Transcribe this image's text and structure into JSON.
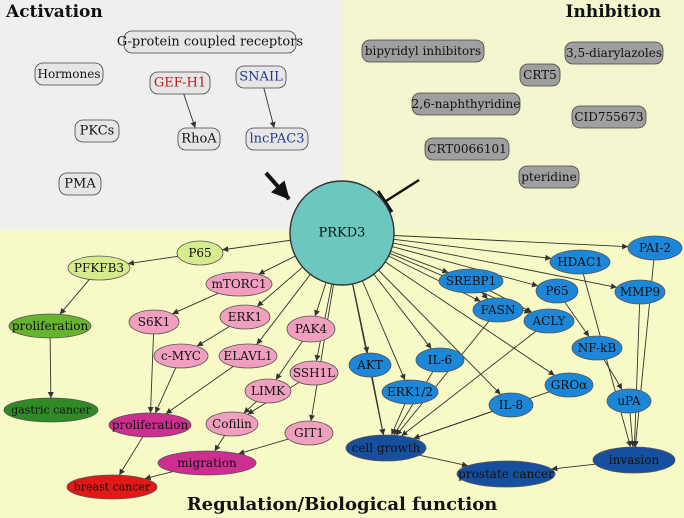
{
  "panels": {
    "activation": "Activation",
    "inhibition": "Inhibition",
    "regulation": "Regulation/Biological function"
  },
  "colors": {
    "activation_bg": "#efefef",
    "inhibition_bg": "#f3f6cf",
    "regulation_bg": "#f7f9c6",
    "center": "#6cc7bf",
    "blue": "#1c86d8",
    "dark_blue": "#154f9d",
    "pink": "#f09fbf",
    "magenta": "#cc2f8f",
    "red": "#e01818",
    "light_green": "#d6eb8c",
    "green": "#66b42e",
    "dark_green": "#2f8a26",
    "gray_box": "#9f9f9f",
    "light_box": "#e6e6e6",
    "gef_text": "#b22222",
    "snail_text": "#1f3a8a"
  },
  "center": {
    "id": "prkd3",
    "label": "PRKD3"
  },
  "activators": [
    {
      "id": "gpcr",
      "label": "G-protein coupled receptors"
    },
    {
      "id": "hormones",
      "label": "Hormones"
    },
    {
      "id": "gefh1",
      "label": "GEF-H1"
    },
    {
      "id": "snail",
      "label": "SNAIL"
    },
    {
      "id": "pkcs",
      "label": "PKCs"
    },
    {
      "id": "rhoa",
      "label": "RhoA"
    },
    {
      "id": "lncpac3",
      "label": "lncPAC3"
    },
    {
      "id": "pma",
      "label": "PMA"
    }
  ],
  "inhibitors": [
    {
      "id": "bipyridyl",
      "label": "bipyridyl inhibitors"
    },
    {
      "id": "diarylazoles",
      "label": "3,5-diarylazoles"
    },
    {
      "id": "crt5",
      "label": "CRT5"
    },
    {
      "id": "naphthyridine",
      "label": "2,6-naphthyridine"
    },
    {
      "id": "cid755673",
      "label": "CID755673"
    },
    {
      "id": "crt0066101",
      "label": "CRT0066101"
    },
    {
      "id": "pteridine",
      "label": "pteridine"
    }
  ],
  "targets": [
    {
      "id": "p65a",
      "label": "P65"
    },
    {
      "id": "pfkfb3",
      "label": "PFKFB3"
    },
    {
      "id": "prolif_g",
      "label": "proliferation"
    },
    {
      "id": "gastric",
      "label": "gastric cancer"
    },
    {
      "id": "mtorc1",
      "label": "mTORC1"
    },
    {
      "id": "s6k1",
      "label": "S6K1"
    },
    {
      "id": "erk1",
      "label": "ERK1"
    },
    {
      "id": "pak4",
      "label": "PAK4"
    },
    {
      "id": "cmyc",
      "label": "c-MYC"
    },
    {
      "id": "elavl1",
      "label": "ELAVL1"
    },
    {
      "id": "ssh1l",
      "label": "SSH1L"
    },
    {
      "id": "limk",
      "label": "LIMK"
    },
    {
      "id": "prolif_b",
      "label": "proliferation"
    },
    {
      "id": "cofilin",
      "label": "Cofilin"
    },
    {
      "id": "git1",
      "label": "GIT1"
    },
    {
      "id": "migration",
      "label": "migration"
    },
    {
      "id": "breast",
      "label": "breast cancer"
    },
    {
      "id": "srebp1",
      "label": "SREBP1"
    },
    {
      "id": "hdac1",
      "label": "HDAC1"
    },
    {
      "id": "pai2",
      "label": "PAI-2"
    },
    {
      "id": "fasn",
      "label": "FASN"
    },
    {
      "id": "p65b",
      "label": "P65"
    },
    {
      "id": "mmp9",
      "label": "MMP9"
    },
    {
      "id": "acly",
      "label": "ACLY"
    },
    {
      "id": "nfkb",
      "label": "NF-kB"
    },
    {
      "id": "akt",
      "label": "AKT"
    },
    {
      "id": "il6",
      "label": "IL-6"
    },
    {
      "id": "erk12",
      "label": "ERK1/2"
    },
    {
      "id": "groa",
      "label": "GROα"
    },
    {
      "id": "il8",
      "label": "IL-8"
    },
    {
      "id": "upa",
      "label": "uPA"
    },
    {
      "id": "cellgrowth",
      "label": "cell growth"
    },
    {
      "id": "invasion",
      "label": "invasion"
    },
    {
      "id": "prostate",
      "label": "prostate cancer"
    }
  ],
  "edges": [
    [
      "gefh1",
      "rhoa"
    ],
    [
      "snail",
      "lncpac3"
    ],
    [
      "prkd3",
      "p65a"
    ],
    [
      "p65a",
      "pfkfb3"
    ],
    [
      "pfkfb3",
      "prolif_g"
    ],
    [
      "prolif_g",
      "gastric"
    ],
    [
      "prkd3",
      "mtorc1"
    ],
    [
      "mtorc1",
      "s6k1"
    ],
    [
      "s6k1",
      "prolif_b"
    ],
    [
      "prkd3",
      "erk1"
    ],
    [
      "erk1",
      "cmyc"
    ],
    [
      "cmyc",
      "prolif_b"
    ],
    [
      "prkd3",
      "elavl1"
    ],
    [
      "elavl1",
      "prolif_b"
    ],
    [
      "prkd3",
      "pak4"
    ],
    [
      "pak4",
      "limk"
    ],
    [
      "limk",
      "cofilin"
    ],
    [
      "cofilin",
      "migration"
    ],
    [
      "prkd3",
      "ssh1l"
    ],
    [
      "ssh1l",
      "cofilin"
    ],
    [
      "prkd3",
      "git1"
    ],
    [
      "git1",
      "migration"
    ],
    [
      "prolif_b",
      "breast"
    ],
    [
      "migration",
      "breast"
    ],
    [
      "prkd3",
      "srebp1"
    ],
    [
      "srebp1",
      "fasn"
    ],
    [
      "srebp1",
      "acly"
    ],
    [
      "prkd3",
      "hdac1"
    ],
    [
      "hdac1",
      "invasion"
    ],
    [
      "prkd3",
      "pai2"
    ],
    [
      "pai2",
      "invasion"
    ],
    [
      "prkd3",
      "p65b"
    ],
    [
      "p65b",
      "nfkb"
    ],
    [
      "nfkb",
      "upa"
    ],
    [
      "upa",
      "invasion"
    ],
    [
      "prkd3",
      "mmp9"
    ],
    [
      "mmp9",
      "invasion"
    ],
    [
      "prkd3",
      "akt"
    ],
    [
      "akt",
      "cellgrowth"
    ],
    [
      "prkd3",
      "il6"
    ],
    [
      "il6",
      "cellgrowth"
    ],
    [
      "prkd3",
      "erk12"
    ],
    [
      "erk12",
      "cellgrowth"
    ],
    [
      "prkd3",
      "groa"
    ],
    [
      "groa",
      "cellgrowth"
    ],
    [
      "prkd3",
      "il8"
    ],
    [
      "il8",
      "cellgrowth"
    ],
    [
      "prkd3",
      "fasn"
    ],
    [
      "fasn",
      "cellgrowth"
    ],
    [
      "prkd3",
      "acly"
    ],
    [
      "acly",
      "cellgrowth"
    ],
    [
      "prkd3",
      "cellgrowth"
    ],
    [
      "cellgrowth",
      "prostate"
    ],
    [
      "invasion",
      "prostate"
    ]
  ]
}
